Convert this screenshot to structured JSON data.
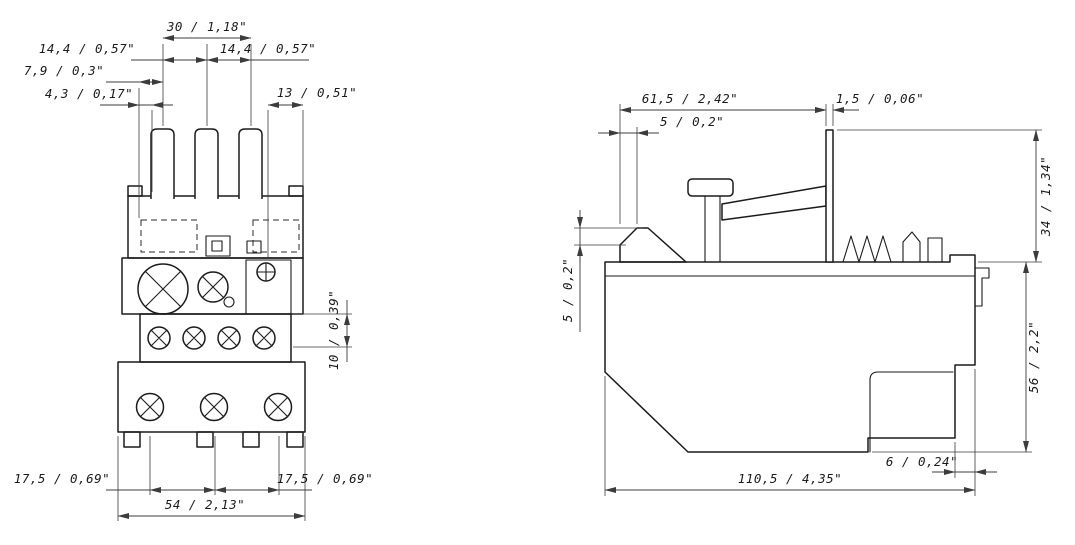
{
  "front_view": {
    "dim_top_width": "30 / 1,18\"",
    "dim_pitch_left": "14,4 / 0,57\"",
    "dim_pitch_right": "14,4 / 0,57\"",
    "dim_offset_7_9": "7,9 / 0,3\"",
    "dim_offset_4_3": "4,3 / 0,17\"",
    "dim_offset_13": "13 / 0,51\"",
    "dim_height_10": "10 / 0,39\"",
    "dim_bottom_left": "17,5 / 0,69\"",
    "dim_bottom_right": "17,5 / 0,69\"",
    "dim_overall_width": "54 / 2,13\""
  },
  "side_view": {
    "dim_length_61_5": "61,5 / 2,42\"",
    "dim_blade_thickness": "1,5 / 0,06\"",
    "dim_offset_5_top": "5 / 0,2\"",
    "dim_offset_5_side": "5 / 0,2\"",
    "dim_height_34": "34 / 1,34\"",
    "dim_height_56": "56 / 2,2\"",
    "dim_step_6": "6 / 0,24\"",
    "dim_overall_length": "110,5 / 4,35\""
  }
}
